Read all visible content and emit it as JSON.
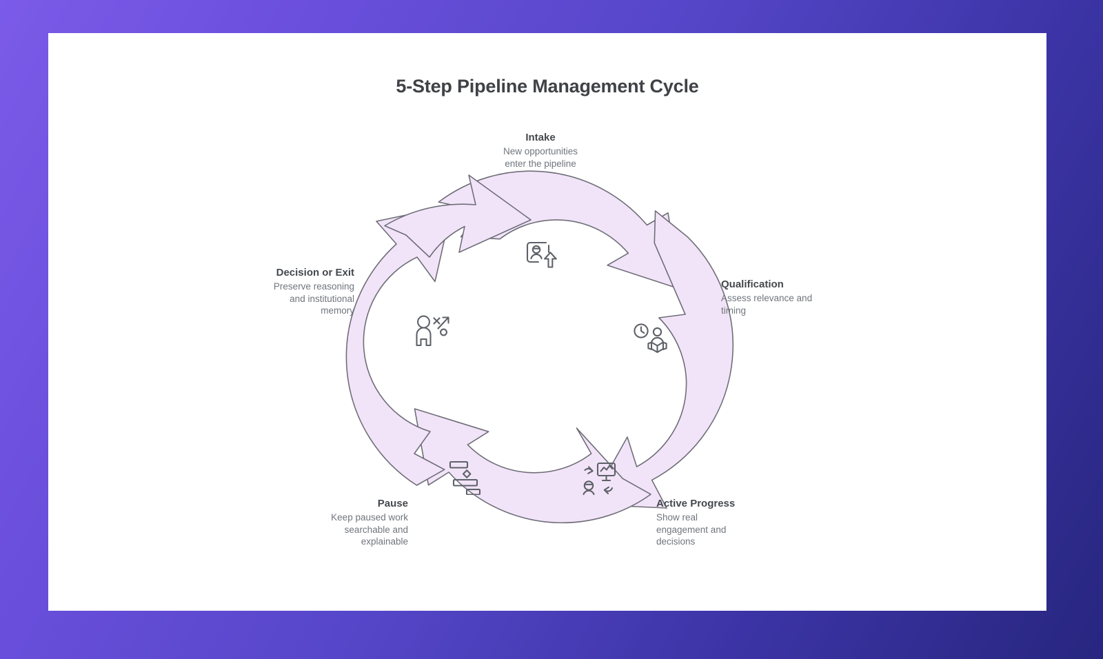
{
  "page": {
    "background_gradient_from": "#7B5BE8",
    "background_gradient_to": "#27267F",
    "card_background": "#FFFFFF"
  },
  "title": "5-Step Pipeline Management Cycle",
  "diagram": {
    "type": "cycle",
    "shape": "five-segment-circular-arrow-ring",
    "direction": "clockwise",
    "segment_fill": "#F2E4F8",
    "segment_stroke": "#6E6E78",
    "icon_stroke": "#5E6168",
    "steps": [
      {
        "index": 1,
        "title": "Intake",
        "description": "New opportunities enter the pipeline",
        "desc_line1": "New opportunities",
        "desc_line2": "enter the pipeline",
        "icon": "person-card-upload-icon",
        "position": "top",
        "label_align": "center"
      },
      {
        "index": 2,
        "title": "Qualification",
        "description": "Assess relevance and timing",
        "desc_line1": "Assess relevance and",
        "desc_line2": "timing",
        "icon": "clock-person-box-icon",
        "position": "right",
        "label_align": "left"
      },
      {
        "index": 3,
        "title": "Active Progress",
        "description": "Show real engagement and decisions",
        "desc_line1": "Show real",
        "desc_line2": "engagement and",
        "desc_line3": "decisions",
        "icon": "presentation-chart-person-icon",
        "position": "bottom-right",
        "label_align": "left"
      },
      {
        "index": 4,
        "title": "Pause",
        "description": "Keep paused work searchable and explainable",
        "desc_line1": "Keep paused work",
        "desc_line2": "searchable and",
        "desc_line3": "explainable",
        "icon": "gantt-milestone-icon",
        "position": "bottom-left",
        "label_align": "right"
      },
      {
        "index": 5,
        "title": "Decision or Exit",
        "description": "Preserve reasoning and institutional memory",
        "desc_line1": "Preserve reasoning",
        "desc_line2": "and institutional",
        "desc_line3": "memory",
        "icon": "person-strategy-exit-icon",
        "position": "left",
        "label_align": "right"
      }
    ]
  }
}
